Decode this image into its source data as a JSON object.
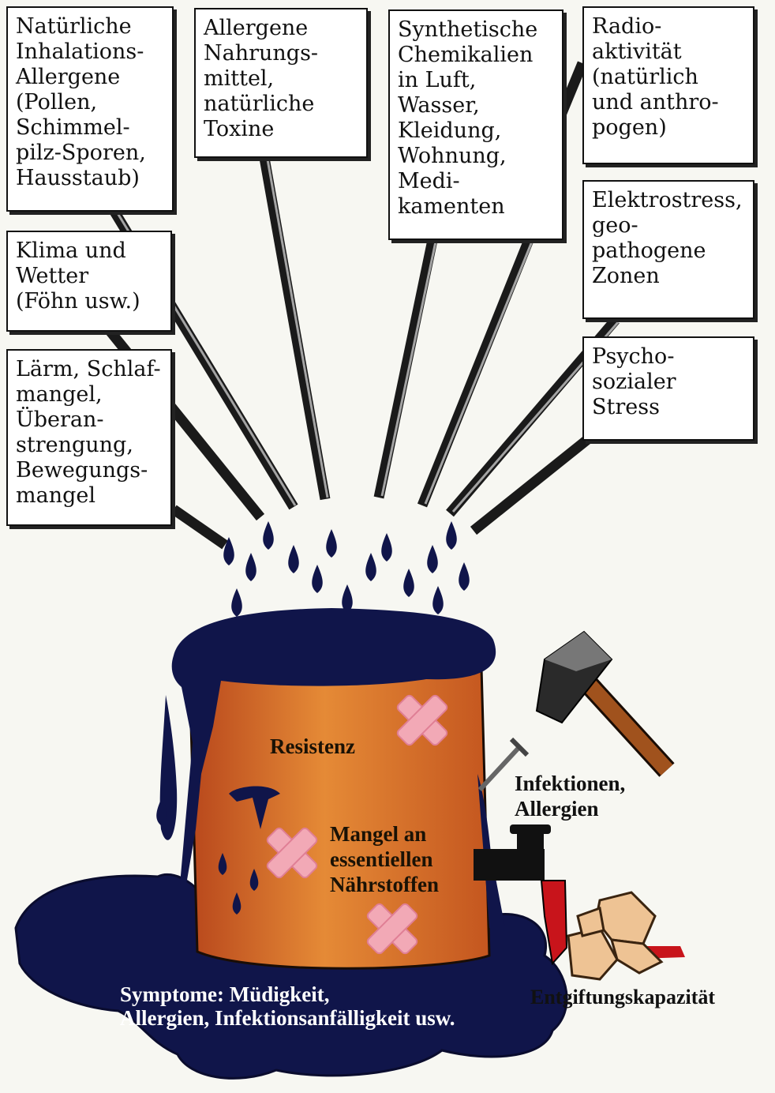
{
  "sources": [
    {
      "id": "inhalation",
      "text": "Natürliche\nInhalations-\nAllergene\n(Pollen,\nSchimmel-\npilz-Sporen,\nHausstaub)"
    },
    {
      "id": "food",
      "text": "Allergene\nNahrungs-\nmittel,\nnatürliche\nToxine"
    },
    {
      "id": "chemicals",
      "text": "Synthetische\nChemikalien\nin Luft,\nWasser,\nKleidung,\nWohnung,\nMedi-\nkamenten"
    },
    {
      "id": "radioactivity",
      "text": "Radio-\naktivität\n(natürlich\nund anthro-\npogen)"
    },
    {
      "id": "climate",
      "text": "Klima und\nWetter\n(Föhn usw.)"
    },
    {
      "id": "electrostress",
      "text": "Elektrostress,\ngeo-\npathogene\nZonen"
    },
    {
      "id": "noise",
      "text": "Lärm, Schlaf-\nmangel,\nÜberan-\nstrengung,\nBewegungs-\nmangel"
    },
    {
      "id": "psychosocial",
      "text": "Psycho-\nsozialer\nStress"
    }
  ],
  "barrel": {
    "resistance": "Resistenz",
    "deficiency": "Mangel an\nessentiellen\nNährstoffen"
  },
  "infections": "Infektionen,\nAllergien",
  "detox": "Entgiftungskapazität",
  "symptoms": "Symptome: Müdigkeit,\nAllergien, Infektionsanfälligkeit usw.",
  "colors": {
    "liquid": "#10154a",
    "barrel": "#d9702a",
    "plaster": "#f2a9b6",
    "tap_red": "#c8141b",
    "hammer_head": "#2a2a2a",
    "handle": "#a0521d"
  }
}
